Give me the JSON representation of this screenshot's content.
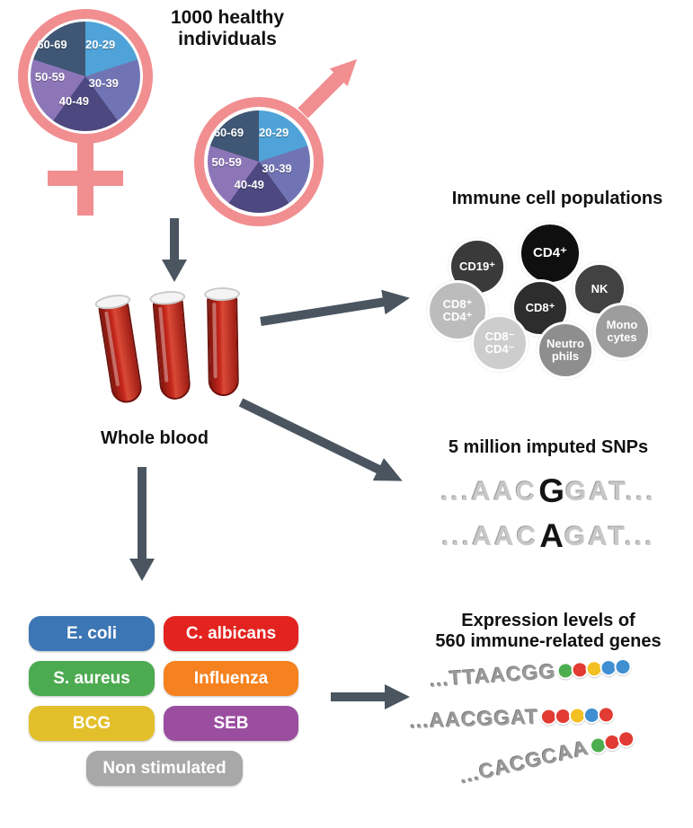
{
  "palette": {
    "symbol_pink": "#f18e90",
    "arrow_gray": "#4a5560",
    "blood_red": "#b02318"
  },
  "cohort": {
    "title": "1000 healthy\nindividuals",
    "whole_blood_label": "Whole blood"
  },
  "age_distribution": {
    "segments": [
      {
        "label": "20-29",
        "deg": 72,
        "color": "#4fa3d8"
      },
      {
        "label": "30-39",
        "deg": 72,
        "color": "#7174b4"
      },
      {
        "label": "40-49",
        "deg": 72,
        "color": "#4e4880"
      },
      {
        "label": "50-59",
        "deg": 72,
        "color": "#8d76b8"
      },
      {
        "label": "60-69",
        "deg": 72,
        "color": "#3f5775"
      }
    ]
  },
  "immune_cells": {
    "title": "Immune cell populations",
    "cells": [
      {
        "label": "CD19⁺",
        "color": "#3a3a3a"
      },
      {
        "label": "CD4⁺",
        "color": "#0f0f0f"
      },
      {
        "label": "NK",
        "color": "#424242"
      },
      {
        "label": "CD8⁺\nCD4⁺",
        "color": "#bcbcbc"
      },
      {
        "label": "Mono\ncytes",
        "color": "#9d9d9d"
      },
      {
        "label": "CD8⁺",
        "color": "#2d2d2d"
      },
      {
        "label": "CD8⁻\nCD4⁻",
        "color": "#cdcdcd"
      },
      {
        "label": "Neutro\nphils",
        "color": "#8e8e8e"
      }
    ]
  },
  "snps": {
    "title": "5 million imputed SNPs",
    "sequences": [
      {
        "pre": "...AAC",
        "variant": "G",
        "post": "GAT..."
      },
      {
        "pre": "...AAC",
        "variant": "A",
        "post": "GAT..."
      }
    ]
  },
  "stimuli": {
    "items": [
      {
        "label": "E. coli",
        "color": "#3c76b4"
      },
      {
        "label": "C. albicans",
        "color": "#e2231f"
      },
      {
        "label": "S. aureus",
        "color": "#4cab50"
      },
      {
        "label": "Influenza",
        "color": "#f5821f"
      },
      {
        "label": "BCG",
        "color": "#e3c02b"
      },
      {
        "label": "SEB",
        "color": "#9b4ea0"
      },
      {
        "label": "Non stimulated",
        "color": "#a8a8a8"
      }
    ]
  },
  "expression": {
    "title": "Expression levels of\n560 immune-related genes",
    "rows": [
      {
        "sequence": "...TTAACGG",
        "dots": [
          "#4cae4f",
          "#e23b33",
          "#f2c022",
          "#3f8fd2",
          "#3f8fd2"
        ]
      },
      {
        "sequence": "...AACGGAT",
        "dots": [
          "#e23b33",
          "#e23b33",
          "#f2c022",
          "#3f8fd2",
          "#e23b33"
        ]
      },
      {
        "sequence": "...CACGCAA",
        "dots": [
          "#4cae4f",
          "#e23b33",
          "#e23b33"
        ]
      }
    ]
  }
}
